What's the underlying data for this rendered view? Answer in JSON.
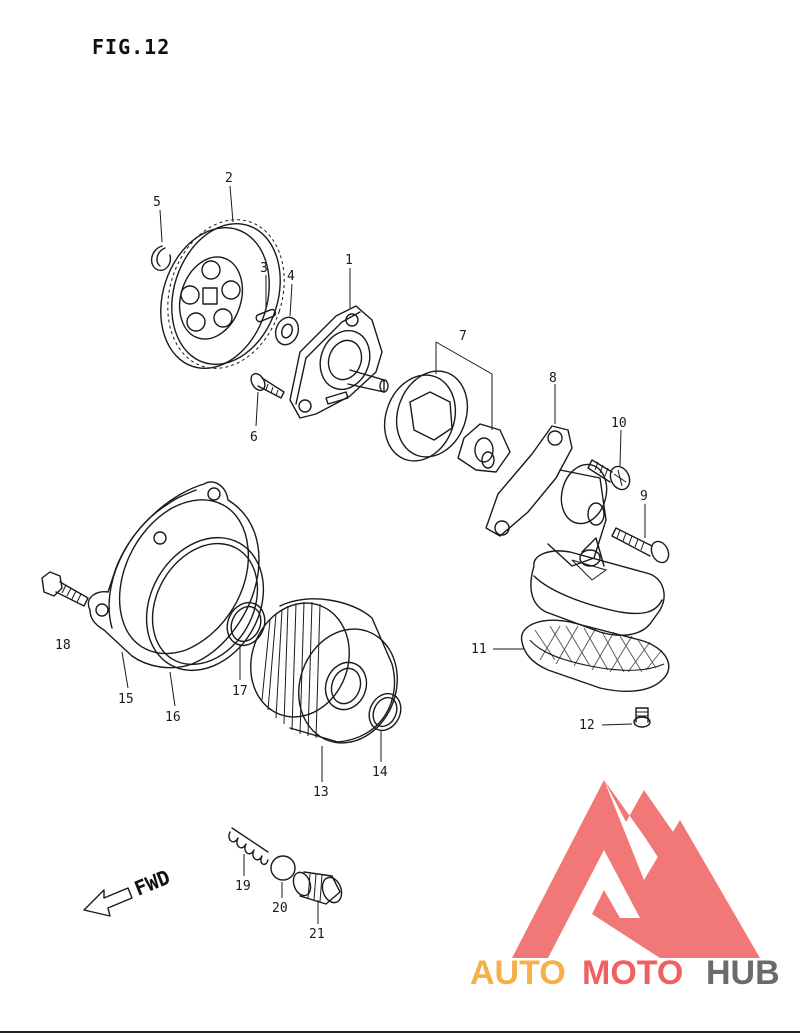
{
  "figure_title": "FIG.12",
  "fwd_label": "FWD",
  "parts": [
    {
      "id": "1",
      "label": "1"
    },
    {
      "id": "2",
      "label": "2"
    },
    {
      "id": "3",
      "label": "3"
    },
    {
      "id": "4",
      "label": "4"
    },
    {
      "id": "5",
      "label": "5"
    },
    {
      "id": "6",
      "label": "6"
    },
    {
      "id": "7",
      "label": "7"
    },
    {
      "id": "8",
      "label": "8"
    },
    {
      "id": "9",
      "label": "9"
    },
    {
      "id": "10",
      "label": "10"
    },
    {
      "id": "11",
      "label": "11"
    },
    {
      "id": "12",
      "label": "12"
    },
    {
      "id": "13",
      "label": "13"
    },
    {
      "id": "14",
      "label": "14"
    },
    {
      "id": "15",
      "label": "15"
    },
    {
      "id": "16",
      "label": "16"
    },
    {
      "id": "17",
      "label": "17"
    },
    {
      "id": "18",
      "label": "18"
    },
    {
      "id": "19",
      "label": "19"
    },
    {
      "id": "20",
      "label": "20"
    },
    {
      "id": "21",
      "label": "21"
    }
  ],
  "watermark": {
    "brand_auto": "AUTO",
    "brand_moto": "MOTO",
    "brand_hub": "HUB",
    "color_red": "#f06060",
    "color_orange": "#f5b04a",
    "color_gray": "#6b6b6b"
  }
}
